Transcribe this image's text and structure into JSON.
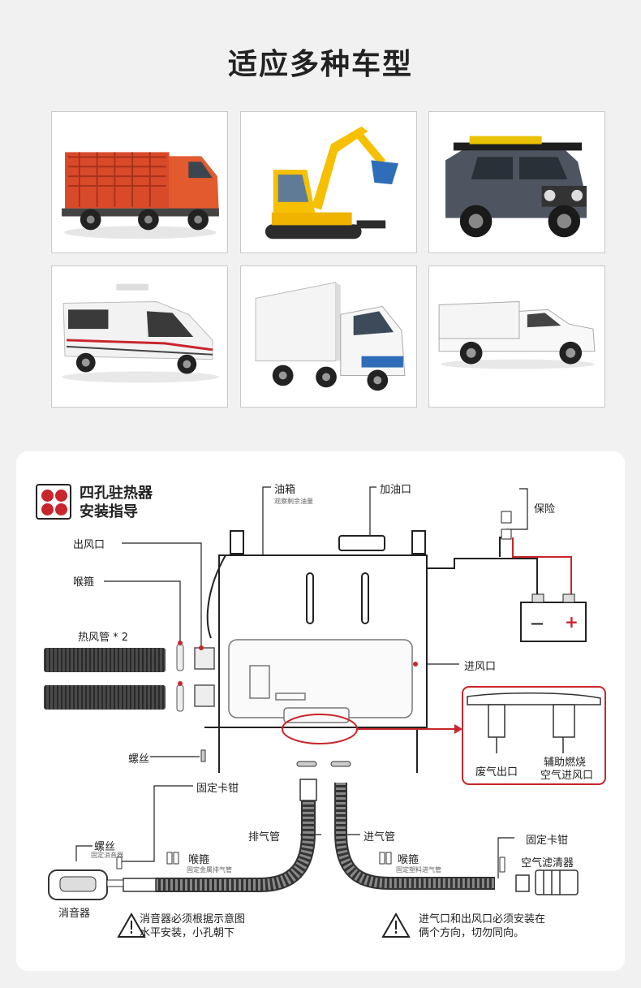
{
  "title": "适应多种车型",
  "vehicles": [
    {
      "name": "truck-icon"
    },
    {
      "name": "excavator-icon"
    },
    {
      "name": "suv-icon"
    },
    {
      "name": "rv-icon"
    },
    {
      "name": "box-truck-icon"
    },
    {
      "name": "pickup-icon"
    }
  ],
  "guide": {
    "title_line1": "四孔驻热器",
    "title_line2": "安装指导",
    "labels": {
      "fuel_tank": "油箱",
      "fuel_tank_note": "观察剩余油量",
      "fuel_inlet": "加油口",
      "fuse": "保险",
      "air_outlet": "出风口",
      "hose_clamp": "喉箍",
      "hot_air_pipe": "热风管 * 2",
      "air_inlet": "进风口",
      "screw": "螺丝",
      "fixing_clamp": "固定卡钳",
      "exhaust_outlet": "废气出口",
      "combustion_inlet_1": "辅助燃烧",
      "combustion_inlet_2": "空气进风口",
      "exhaust_pipe": "排气管",
      "intake_pipe": "进气管",
      "screw_2": "螺丝",
      "screw_2_note": "固定消音器",
      "clamp_metal": "喉箍",
      "clamp_metal_note": "固定金属排气管",
      "clamp_plastic": "喉箍",
      "clamp_plastic_note": "固定塑料进气管",
      "fixing_clamp_2": "固定卡钳",
      "air_filter": "空气滤清器",
      "muffler": "消音器",
      "battery_minus": "—",
      "battery_plus": "+"
    },
    "warnings": [
      {
        "line1": "消音器必须根据示意图",
        "line2": "水平安装，小孔朝下"
      },
      {
        "line1": "进气口和出风口必须安装在",
        "line2": "俩个方向，切勿同向。"
      }
    ],
    "accent_color": "#c9252c"
  }
}
